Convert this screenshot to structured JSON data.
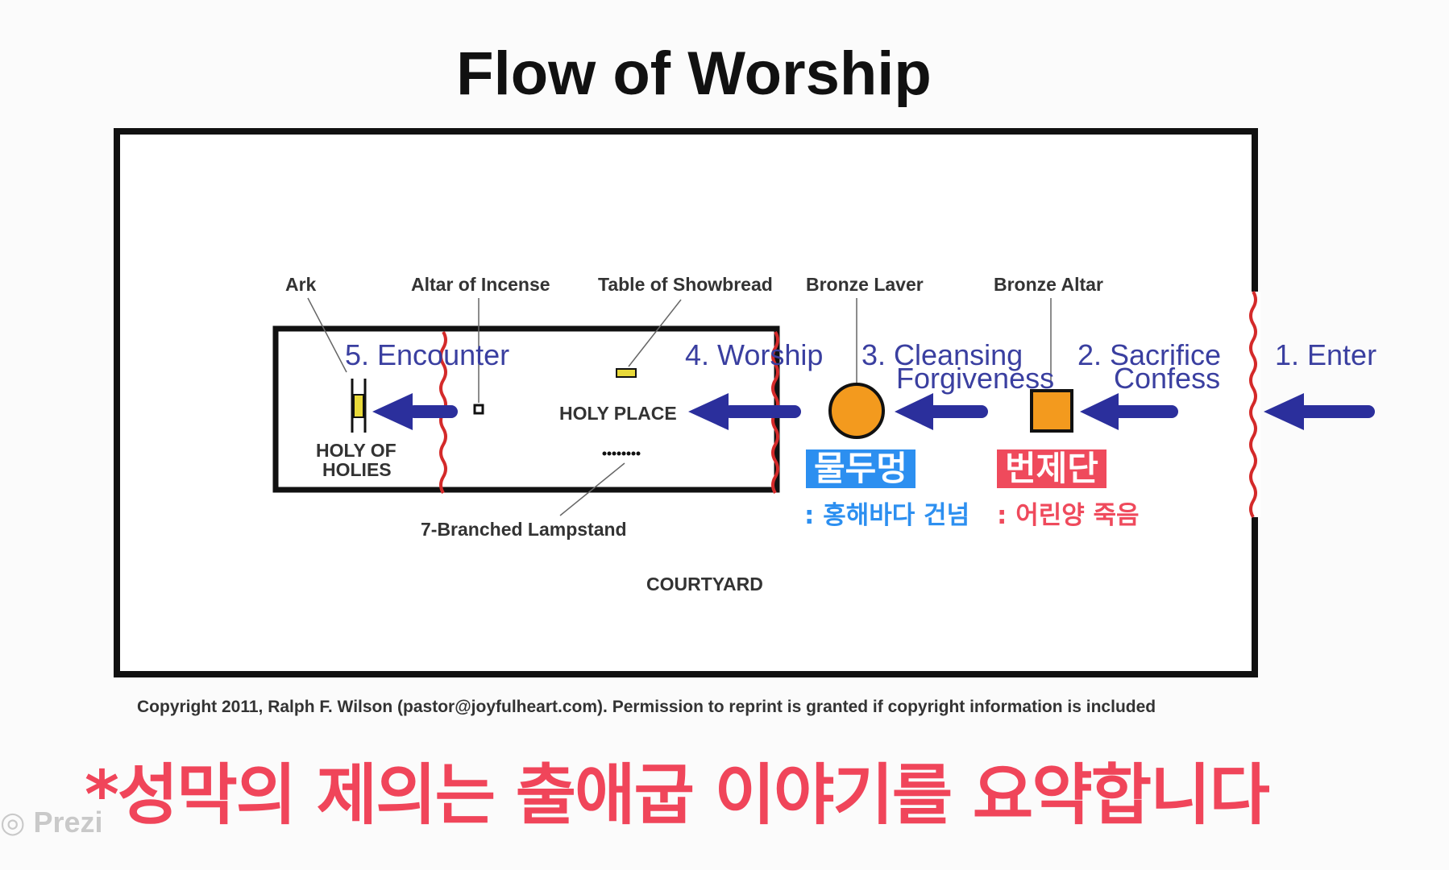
{
  "title": "Flow of Worship",
  "labels": {
    "ark": "Ark",
    "altar_incense": "Altar of Incense",
    "table_showbread": "Table of Showbread",
    "bronze_laver": "Bronze Laver",
    "bronze_altar": "Bronze Altar",
    "holy_of_holies_1": "HOLY OF",
    "holy_of_holies_2": "HOLIES",
    "holy_place": "HOLY PLACE",
    "lampstand": "7-Branched Lampstand",
    "courtyard": "COURTYARD"
  },
  "steps": {
    "s1": "1. Enter",
    "s2a": "2. Sacrifice",
    "s2b": "Confess",
    "s3a": "3. Cleansing",
    "s3b": "Forgiveness",
    "s4": "4. Worship",
    "s5": "5. Encounter"
  },
  "korean": {
    "laver_box": "물두멍",
    "laver_note": ": 홍해바다 건넘",
    "altar_box": "번제단",
    "altar_note": ": 어린양 죽음"
  },
  "colors": {
    "arrow": "#2b2f9c",
    "step_text": "#3a3fa0",
    "orange": "#f39a1e",
    "veil_red": "#d42a2a",
    "blue_box": "#2c8ff0",
    "red_box": "#ef4a5c"
  },
  "copyright": "Copyright 2011, Ralph F. Wilson (pastor@joyfulheart.com). Permission to reprint is granted if copyright information is included",
  "caption": "*성막의 제의는 출애굽 이야기를 요약합니다",
  "watermark": "Prezi"
}
